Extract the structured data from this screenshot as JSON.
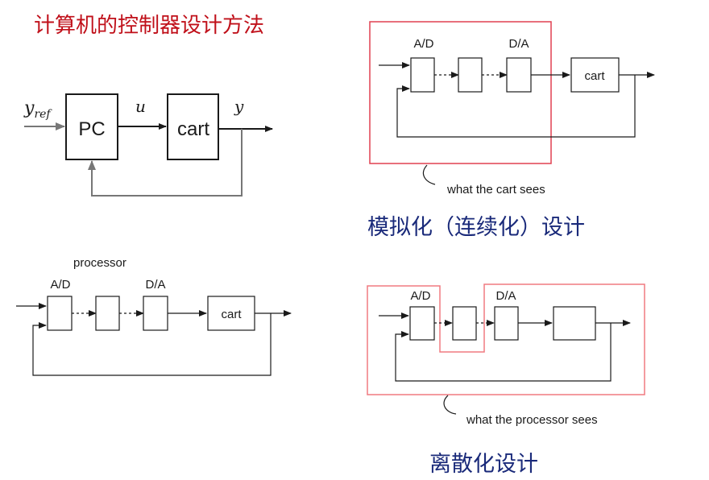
{
  "page_title": "计算机的控制器设计方法",
  "colors": {
    "title_red": "#c0101a",
    "title_blue": "#1a2a7a",
    "highlight_red": "#e04050",
    "highlight_pink": "#f07a80"
  },
  "diagram1": {
    "input_label": "y",
    "input_sub": "ref",
    "controller_label": "PC",
    "control_label": "u",
    "plant_label": "cart",
    "output_label": "y"
  },
  "diagram2": {
    "ad_label": "A/D",
    "da_label": "D/A",
    "plant_label": "cart",
    "note": "what the cart sees",
    "caption": "模拟化（连续化）设计"
  },
  "diagram3": {
    "group_label": "processor",
    "ad_label": "A/D",
    "da_label": "D/A",
    "plant_label": "cart"
  },
  "diagram4": {
    "ad_label": "A/D",
    "da_label": "D/A",
    "note": "what the processor sees",
    "caption": "离散化设计"
  }
}
